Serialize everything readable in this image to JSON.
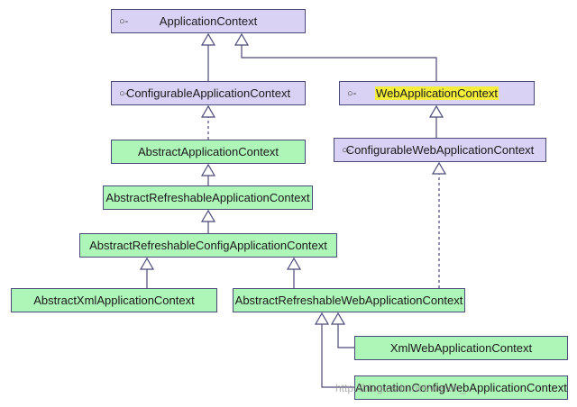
{
  "nodes": {
    "application_context": {
      "label": "ApplicationContext",
      "kind": "interface"
    },
    "configurable_application_context": {
      "label": "ConfigurableApplicationContext",
      "kind": "interface"
    },
    "web_application_context": {
      "label": "WebApplicationContext",
      "kind": "interface",
      "highlight": "#f4ee3a"
    },
    "configurable_web_application_context": {
      "label": "ConfigurableWebApplicationContext",
      "kind": "interface"
    },
    "abstract_application_context": {
      "label": "AbstractApplicationContext",
      "kind": "class"
    },
    "abstract_refreshable_application_context": {
      "label": "AbstractRefreshableApplicationContext",
      "kind": "class"
    },
    "abstract_refreshable_config_application_context": {
      "label": "AbstractRefreshableConfigApplicationContext",
      "kind": "class"
    },
    "abstract_xml_application_context": {
      "label": "AbstractXmlApplicationContext",
      "kind": "class"
    },
    "abstract_refreshable_web_application_context": {
      "label": "AbstractRefreshableWebApplicationContext",
      "kind": "class"
    },
    "xml_web_application_context": {
      "label": "XmlWebApplicationContext",
      "kind": "class"
    },
    "annotation_config_web_application_context": {
      "label": "AnnotationConfigWebApplicationContext",
      "kind": "class"
    }
  },
  "interface_glyph": "○-",
  "colors": {
    "interface_fill": "#d9d2f5",
    "class_fill": "#aef5b8",
    "border": "#4a4a7a"
  },
  "watermark": "http://blog.csdn.net/weixin_...",
  "edges": [
    {
      "from": "configurable_application_context",
      "to": "application_context",
      "style": "solid"
    },
    {
      "from": "web_application_context",
      "to": "application_context",
      "style": "solid"
    },
    {
      "from": "configurable_web_application_context",
      "to": "web_application_context",
      "style": "solid"
    },
    {
      "from": "abstract_application_context",
      "to": "configurable_application_context",
      "style": "dashed"
    },
    {
      "from": "abstract_refreshable_application_context",
      "to": "abstract_application_context",
      "style": "solid"
    },
    {
      "from": "abstract_refreshable_config_application_context",
      "to": "abstract_refreshable_application_context",
      "style": "solid"
    },
    {
      "from": "abstract_xml_application_context",
      "to": "abstract_refreshable_config_application_context",
      "style": "solid"
    },
    {
      "from": "abstract_refreshable_web_application_context",
      "to": "abstract_refreshable_config_application_context",
      "style": "solid"
    },
    {
      "from": "abstract_refreshable_web_application_context",
      "to": "configurable_web_application_context",
      "style": "dashed"
    },
    {
      "from": "xml_web_application_context",
      "to": "abstract_refreshable_web_application_context",
      "style": "solid"
    },
    {
      "from": "annotation_config_web_application_context",
      "to": "abstract_refreshable_web_application_context",
      "style": "solid"
    }
  ]
}
